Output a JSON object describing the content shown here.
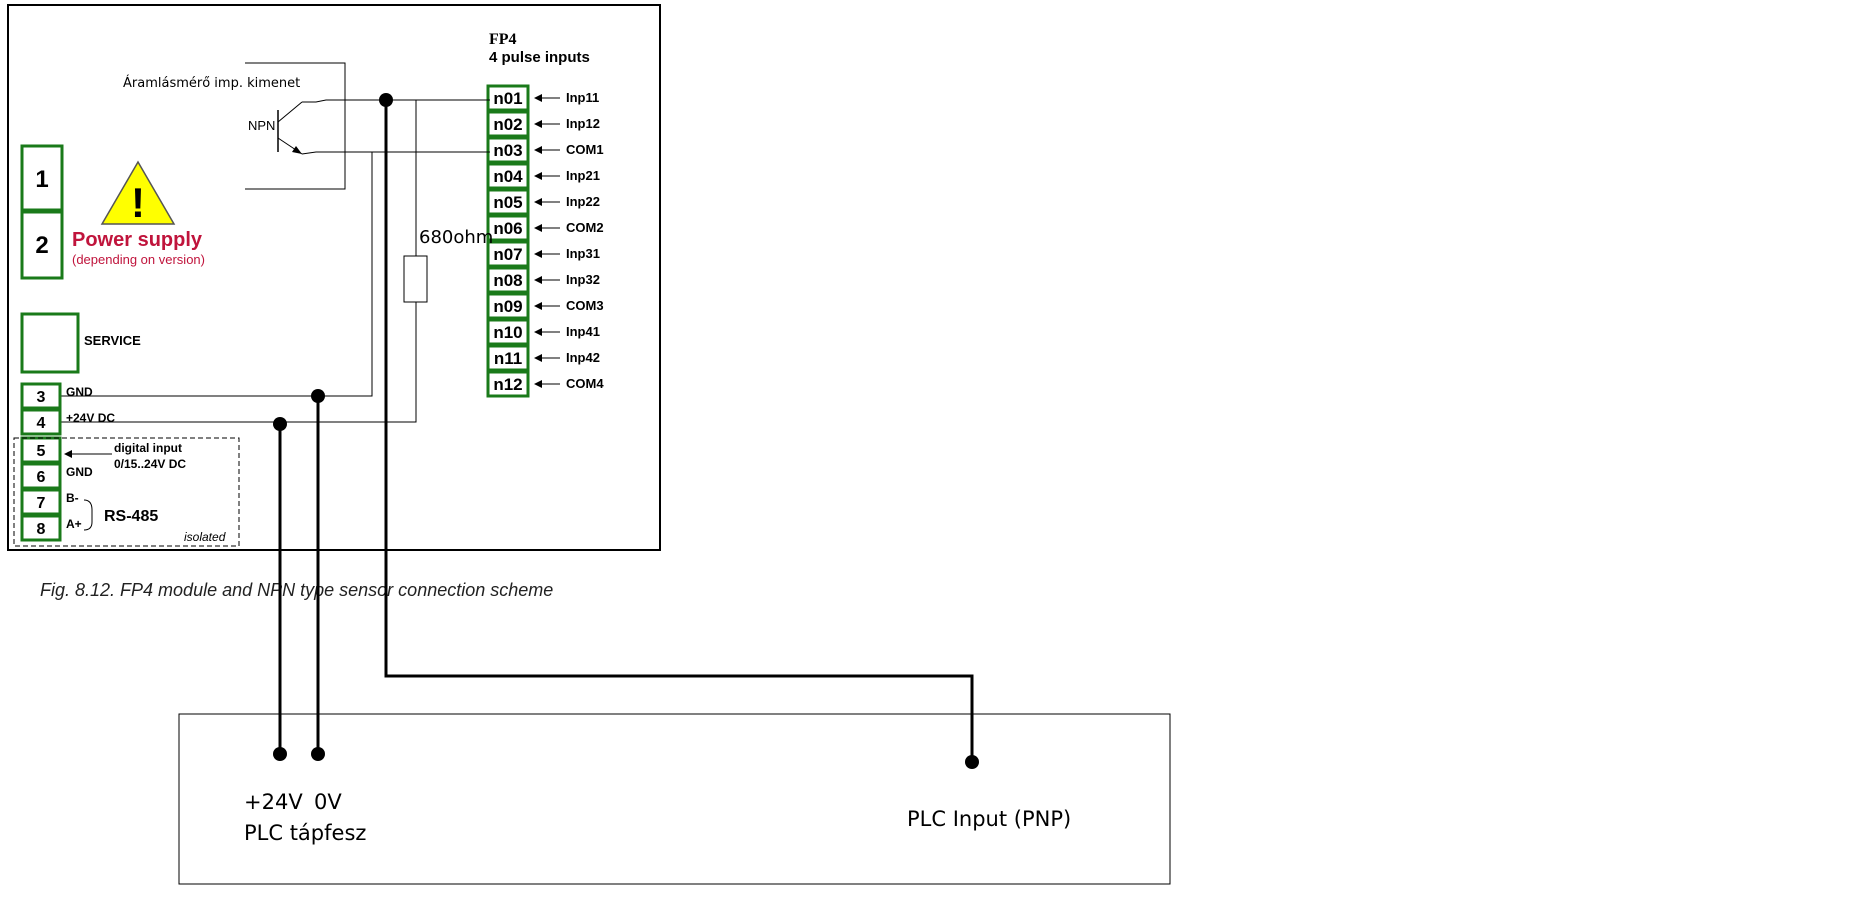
{
  "module": {
    "title": "FP4",
    "subtitle": "4 pulse inputs",
    "terminals": [
      {
        "id": "n01",
        "label": "Inp11"
      },
      {
        "id": "n02",
        "label": "Inp12"
      },
      {
        "id": "n03",
        "label": "COM1"
      },
      {
        "id": "n04",
        "label": "Inp21"
      },
      {
        "id": "n05",
        "label": "Inp22"
      },
      {
        "id": "n06",
        "label": "COM2"
      },
      {
        "id": "n07",
        "label": "Inp31"
      },
      {
        "id": "n08",
        "label": "Inp32"
      },
      {
        "id": "n09",
        "label": "COM3"
      },
      {
        "id": "n10",
        "label": "Inp41"
      },
      {
        "id": "n11",
        "label": "Inp42"
      },
      {
        "id": "n12",
        "label": "COM4"
      }
    ]
  },
  "sensor": {
    "label": "Áramlásmérő imp. kimenet",
    "type": "NPN",
    "resistor": "680ohm"
  },
  "power": {
    "terminal1": "1",
    "terminal2": "2",
    "title": "Power supply",
    "note": "(depending on version)",
    "warning_symbol": "!"
  },
  "service": {
    "label": "SERVICE"
  },
  "left_terminals": [
    {
      "num": "3",
      "label": "GND"
    },
    {
      "num": "4",
      "label": "+24V DC"
    },
    {
      "num": "5",
      "label": "digital input",
      "label2": "0/15..24V DC"
    },
    {
      "num": "6",
      "label": "GND"
    },
    {
      "num": "7",
      "label": "B-"
    },
    {
      "num": "8",
      "label": "A+"
    }
  ],
  "rs485": {
    "label": "RS-485",
    "isolated": "isolated"
  },
  "caption": "Fig. 8.12. FP4 module and NPN type sensor connection scheme",
  "plc": {
    "supply_voltage": "+24V",
    "supply_zero": "0V",
    "supply_label": "PLC tápfesz",
    "input_label": "PLC Input (PNP)"
  },
  "colors": {
    "terminal_green": "#1a7a1a",
    "power_red": "#c0143c",
    "warning_yellow": "#ffff00",
    "wire": "#000000"
  }
}
